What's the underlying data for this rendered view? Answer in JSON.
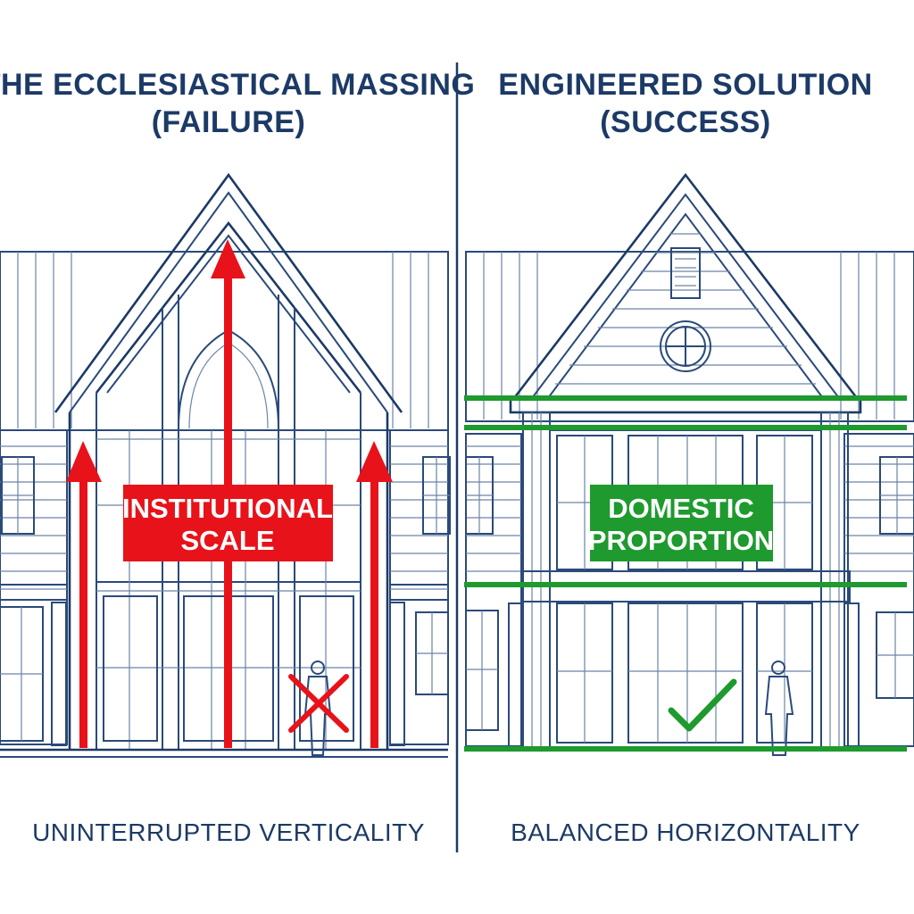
{
  "left_panel": {
    "title_line1": "THE ECCLESIASTICAL MASSING",
    "title_line2": "(FAILURE)",
    "badge_line1": "INSTITUTIONAL",
    "badge_line2": "SCALE",
    "caption": "UNINTERRUPTED VERTICALITY",
    "accent_color": "#e8121a",
    "verdict_icon": "cross-icon"
  },
  "right_panel": {
    "title_line1": "ENGINEERED SOLUTION",
    "title_line2": "(SUCCESS)",
    "badge_line1": "DOMESTIC",
    "badge_line2": "PROPORTION",
    "caption": "BALANCED HORIZONTALITY",
    "accent_color": "#1e9a2e",
    "verdict_icon": "checkmark-icon"
  },
  "line_color": "#1c3a66"
}
